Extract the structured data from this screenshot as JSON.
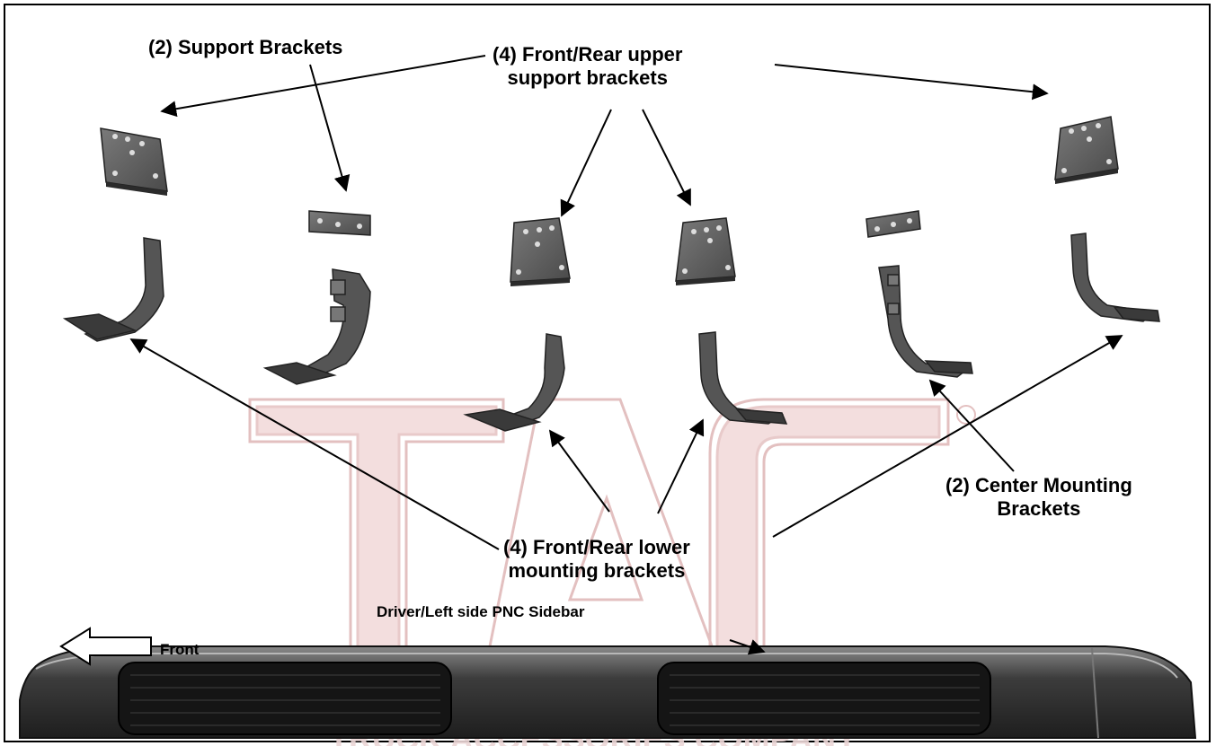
{
  "labels": {
    "support_brackets": "(2) Support Brackets",
    "upper_brackets": "(4) Front/Rear upper\nsupport brackets",
    "center_brackets": "(2) Center Mounting\nBrackets",
    "lower_brackets": "(4) Front/Rear lower\nmounting brackets",
    "front": "Front",
    "sidebar": "Driver/Left side PNC Sidebar"
  },
  "watermark": {
    "logo_text": "TAC",
    "tagline": "TRUCK ACCESSORIES COMPANY",
    "color": "#e6c4c4"
  },
  "colors": {
    "part_fill": "#5a5a5a",
    "part_dark": "#2e2e2e",
    "arrow": "#000000"
  }
}
